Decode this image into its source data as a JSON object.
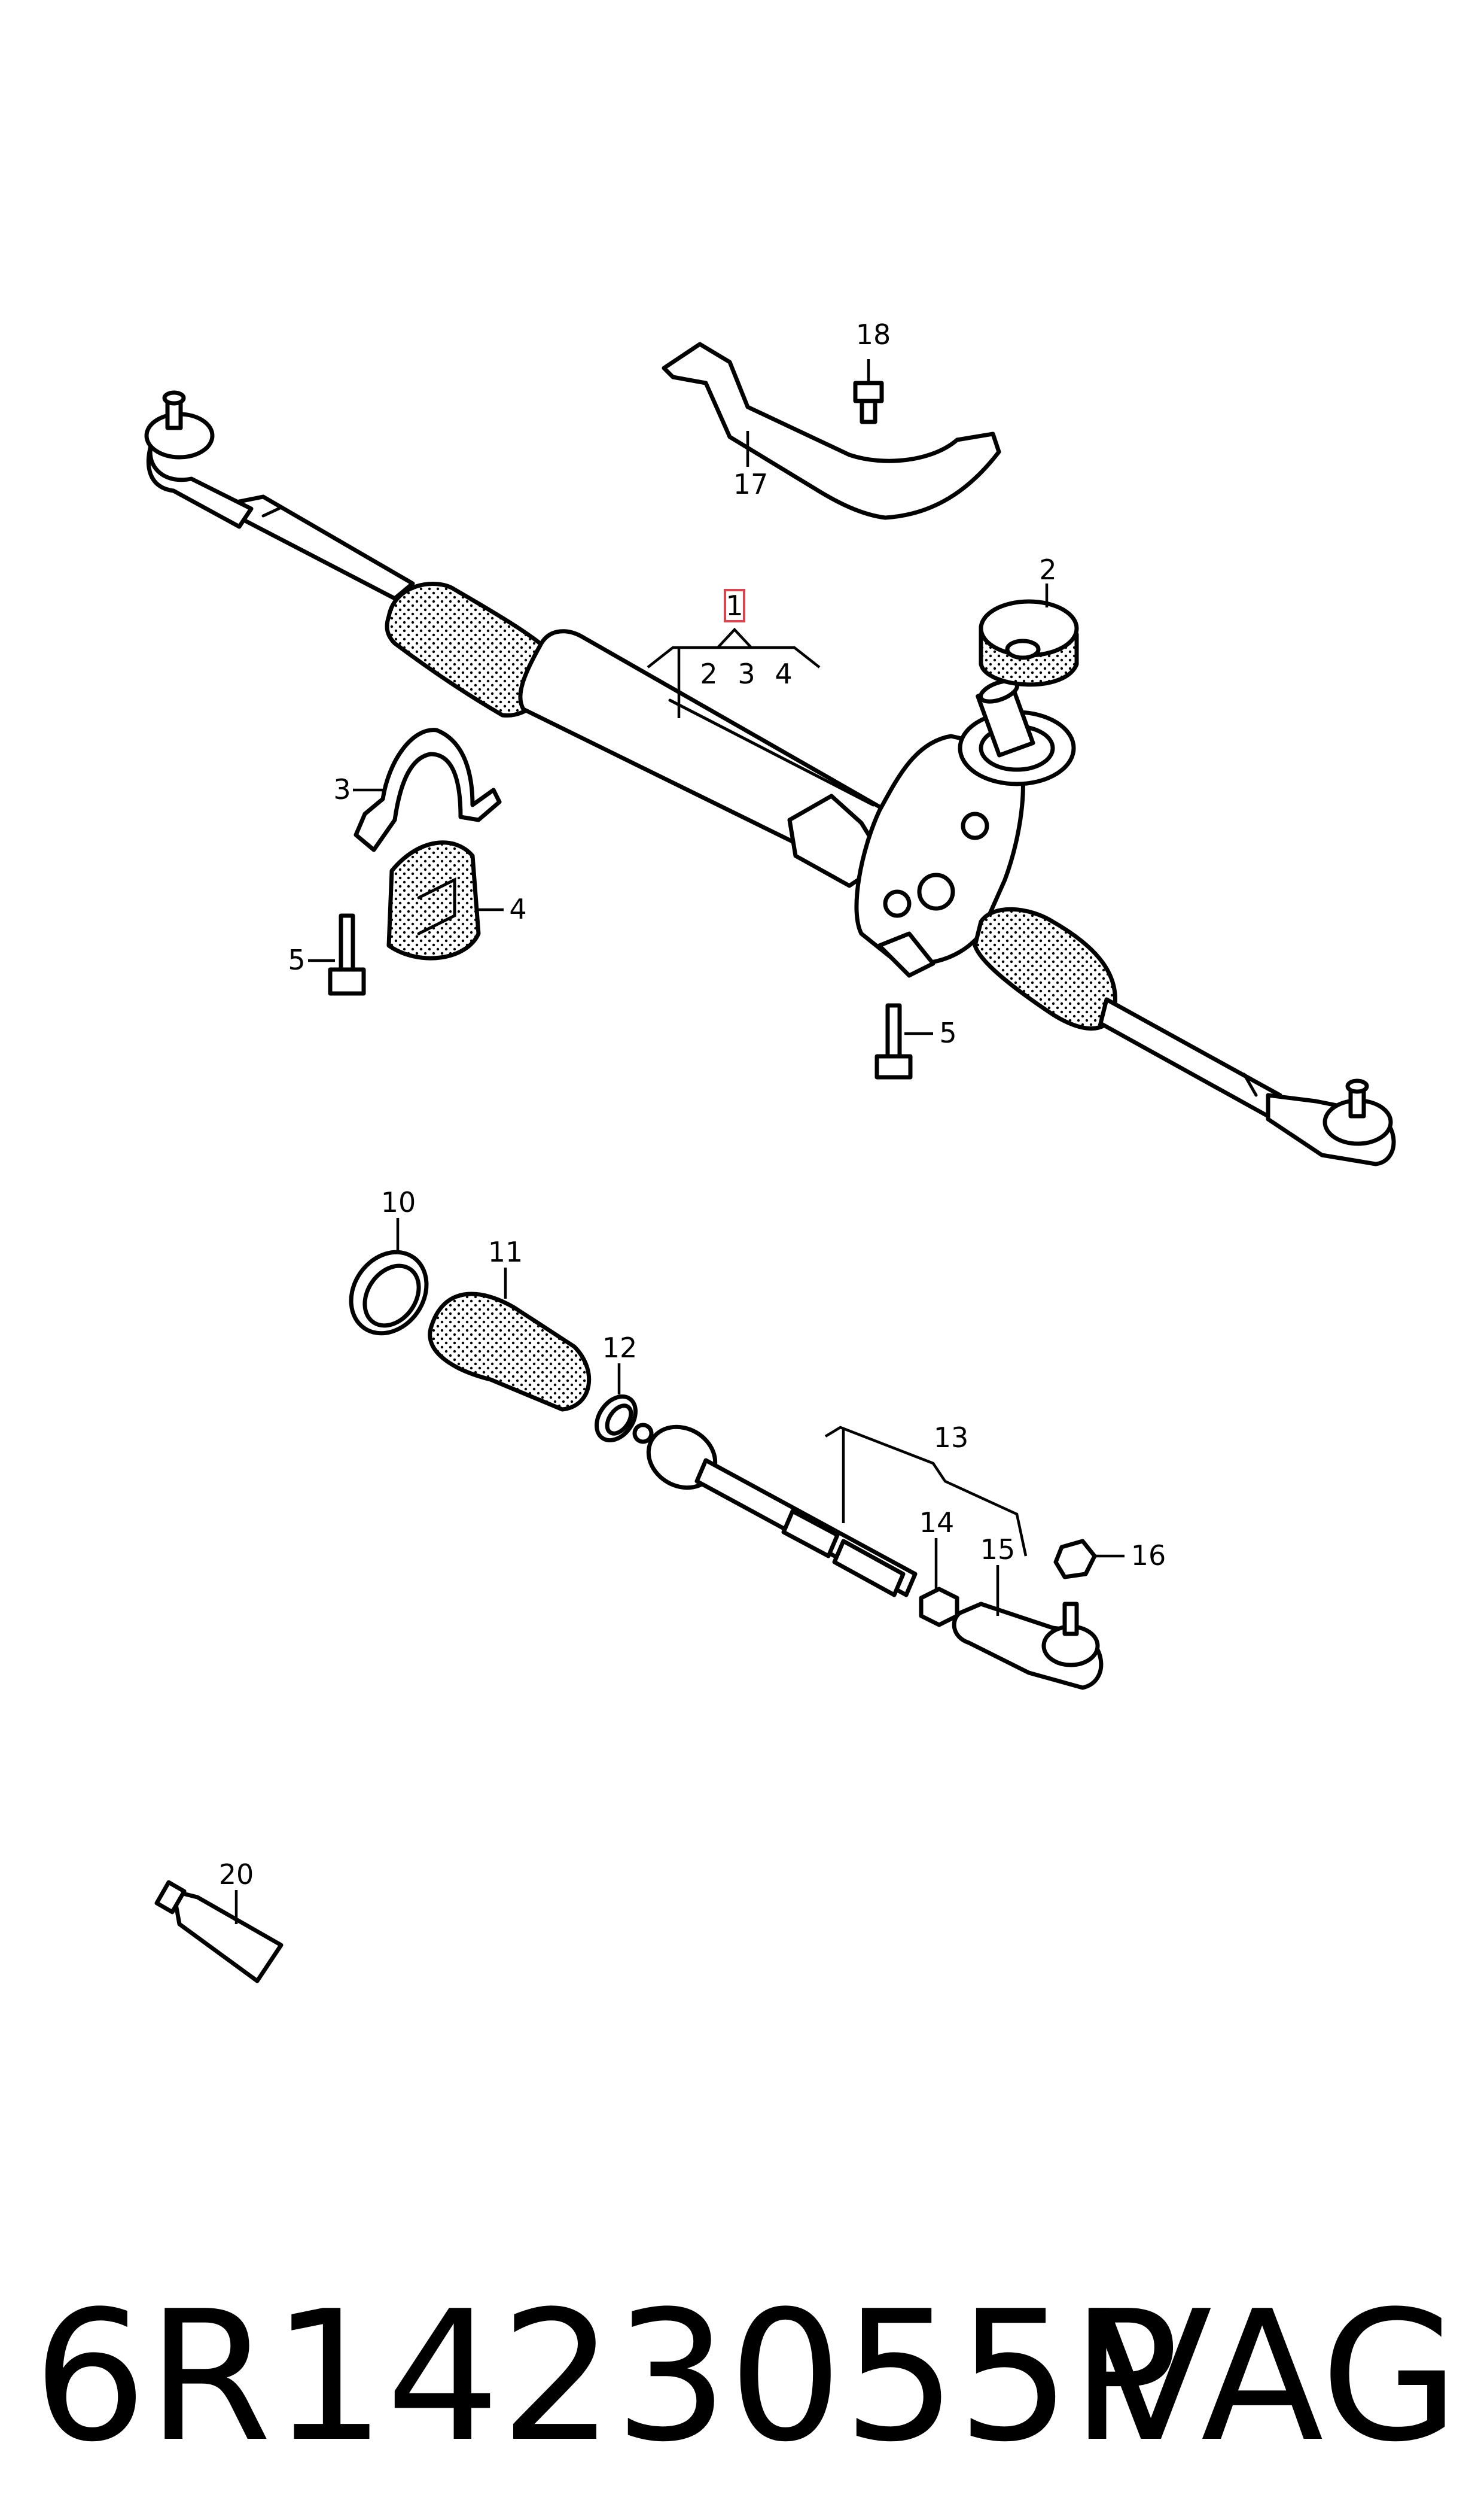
{
  "footer": {
    "part_number": "6R1423055P",
    "brand": "VAG"
  },
  "callouts": [
    {
      "id": "c1",
      "label": "1",
      "highlighted": true
    },
    {
      "id": "c2a",
      "label": "2"
    },
    {
      "id": "c3a",
      "label": "3"
    },
    {
      "id": "c4a",
      "label": "4"
    },
    {
      "id": "c2",
      "label": "2"
    },
    {
      "id": "c3",
      "label": "3"
    },
    {
      "id": "c4",
      "label": "4"
    },
    {
      "id": "c5a",
      "label": "5"
    },
    {
      "id": "c5b",
      "label": "5"
    },
    {
      "id": "c10",
      "label": "10"
    },
    {
      "id": "c11",
      "label": "11"
    },
    {
      "id": "c12",
      "label": "12"
    },
    {
      "id": "c13",
      "label": "13"
    },
    {
      "id": "c14",
      "label": "14"
    },
    {
      "id": "c15",
      "label": "15"
    },
    {
      "id": "c16",
      "label": "16"
    },
    {
      "id": "c17",
      "label": "17"
    },
    {
      "id": "c18",
      "label": "18"
    },
    {
      "id": "c20",
      "label": "20"
    }
  ],
  "colors": {
    "line": "#000000",
    "background": "#ffffff",
    "highlight": "#d8454f"
  }
}
